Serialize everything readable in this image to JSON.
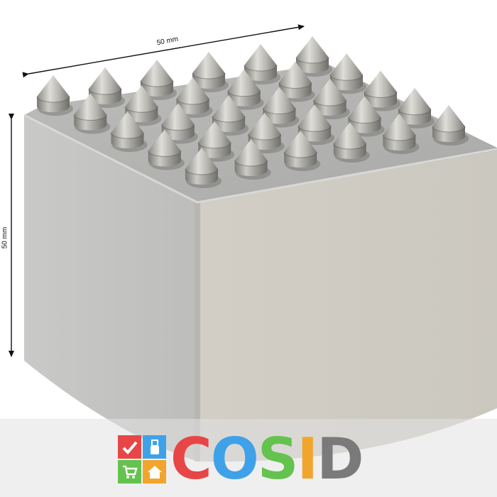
{
  "dimensions": {
    "width_label": "50 mm",
    "height_label": "50 mm"
  },
  "object": {
    "spike_rows": 5,
    "spike_columns": 6,
    "colors": {
      "top_face": "#b3b3b1",
      "left_face": "#c6c6c4",
      "front_face": "#cfcbc3",
      "spike_base": "#a9a7a3"
    }
  },
  "logo": {
    "letters": [
      {
        "char": "C",
        "color": "#e84646"
      },
      {
        "char": "O",
        "color": "#3fa2e8"
      },
      {
        "char": "S",
        "color": "#64c24e"
      },
      {
        "char": "I",
        "color": "#f2a52c"
      },
      {
        "char": "D",
        "color": "#7a7a7a"
      }
    ],
    "tiles": [
      {
        "icon": "check-icon",
        "color": "#e84646"
      },
      {
        "icon": "usb-icon",
        "color": "#3fa2e8"
      },
      {
        "icon": "cart-icon",
        "color": "#64c24e"
      },
      {
        "icon": "home-icon",
        "color": "#f2a52c"
      }
    ]
  }
}
